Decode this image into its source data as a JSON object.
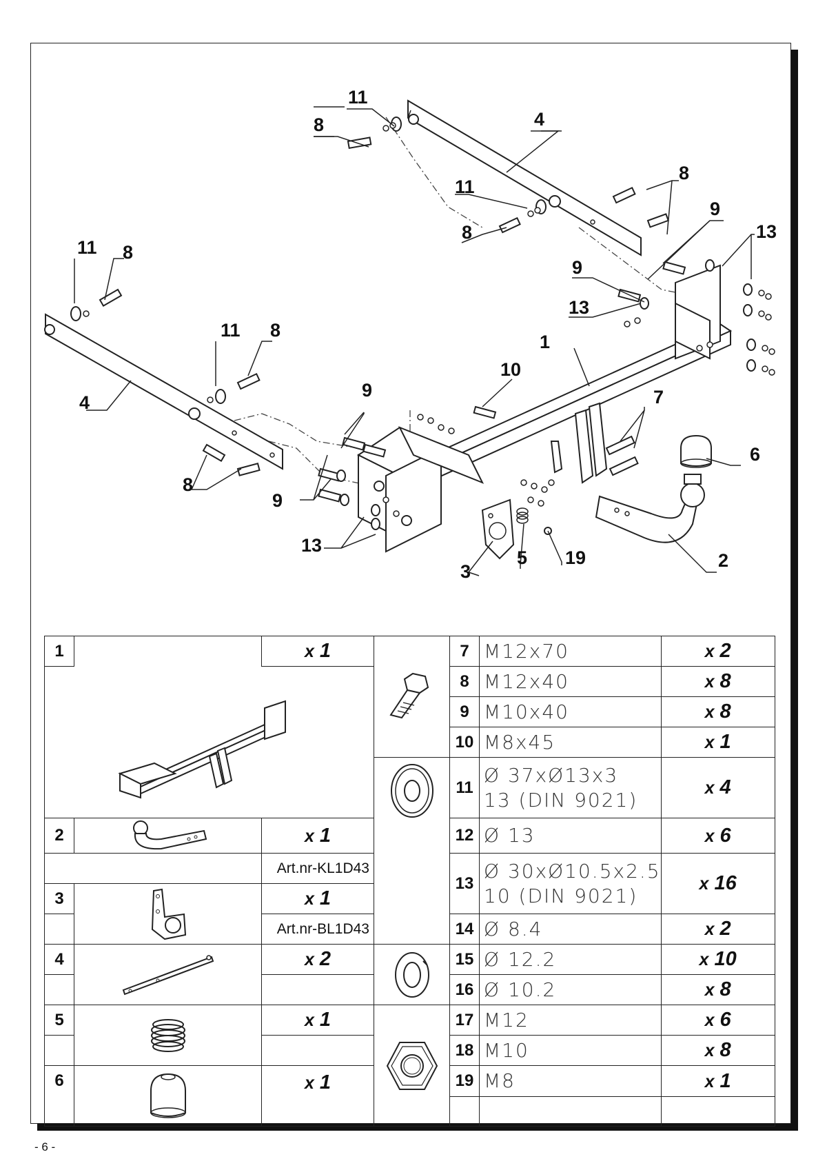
{
  "callouts": {
    "c11a": "11",
    "c8a": "8",
    "c4a": "4",
    "c8b": "8",
    "c11b": "11",
    "c8c": "8",
    "c9a": "9",
    "c13a": "13",
    "c9b": "9",
    "c13b": "13",
    "c11c": "11",
    "c8d": "8",
    "c11d": "11",
    "c8e": "8",
    "c4b": "4",
    "c1": "1",
    "c10": "10",
    "c9c": "9",
    "c7": "7",
    "c6": "6",
    "c8f": "8",
    "c9d": "9",
    "c13c": "13",
    "c3": "3",
    "c5": "5",
    "c19": "19",
    "c2": "2"
  },
  "table": {
    "left": [
      {
        "num": "1",
        "qty": "1"
      },
      {
        "num": "2",
        "qty": "1",
        "art": "Art.nr-KL1D43"
      },
      {
        "num": "3",
        "qty": "1",
        "art": "Art.nr-BL1D43"
      },
      {
        "num": "4",
        "qty": "2"
      },
      {
        "num": "5",
        "qty": "1"
      },
      {
        "num": "6",
        "qty": "1"
      }
    ],
    "right": [
      {
        "num": "7",
        "spec": "M12x70",
        "qty": "2"
      },
      {
        "num": "8",
        "spec": "M12x40",
        "qty": "8"
      },
      {
        "num": "9",
        "spec": "M10x40",
        "qty": "8"
      },
      {
        "num": "10",
        "spec": "M8x45",
        "qty": "1"
      },
      {
        "num": "11",
        "spec1": "Ø 37xØ13x3",
        "spec2": "13  (DIN 9021)",
        "qty": "4"
      },
      {
        "num": "12",
        "spec": "Ø 13",
        "qty": "6"
      },
      {
        "num": "13",
        "spec1": "Ø 30xØ10.5x2.5",
        "spec2": "10  (DIN 9021)",
        "qty": "16"
      },
      {
        "num": "14",
        "spec": "Ø 8.4",
        "qty": "2"
      },
      {
        "num": "15",
        "spec": "Ø 12.2",
        "qty": "10"
      },
      {
        "num": "16",
        "spec": "Ø 10.2",
        "qty": "8"
      },
      {
        "num": "17",
        "spec": "M12",
        "qty": "6"
      },
      {
        "num": "18",
        "spec": "M10",
        "qty": "8"
      },
      {
        "num": "19",
        "spec": "M8",
        "qty": "1"
      }
    ],
    "qty_prefix": "x"
  },
  "page_number": "- 6 -"
}
